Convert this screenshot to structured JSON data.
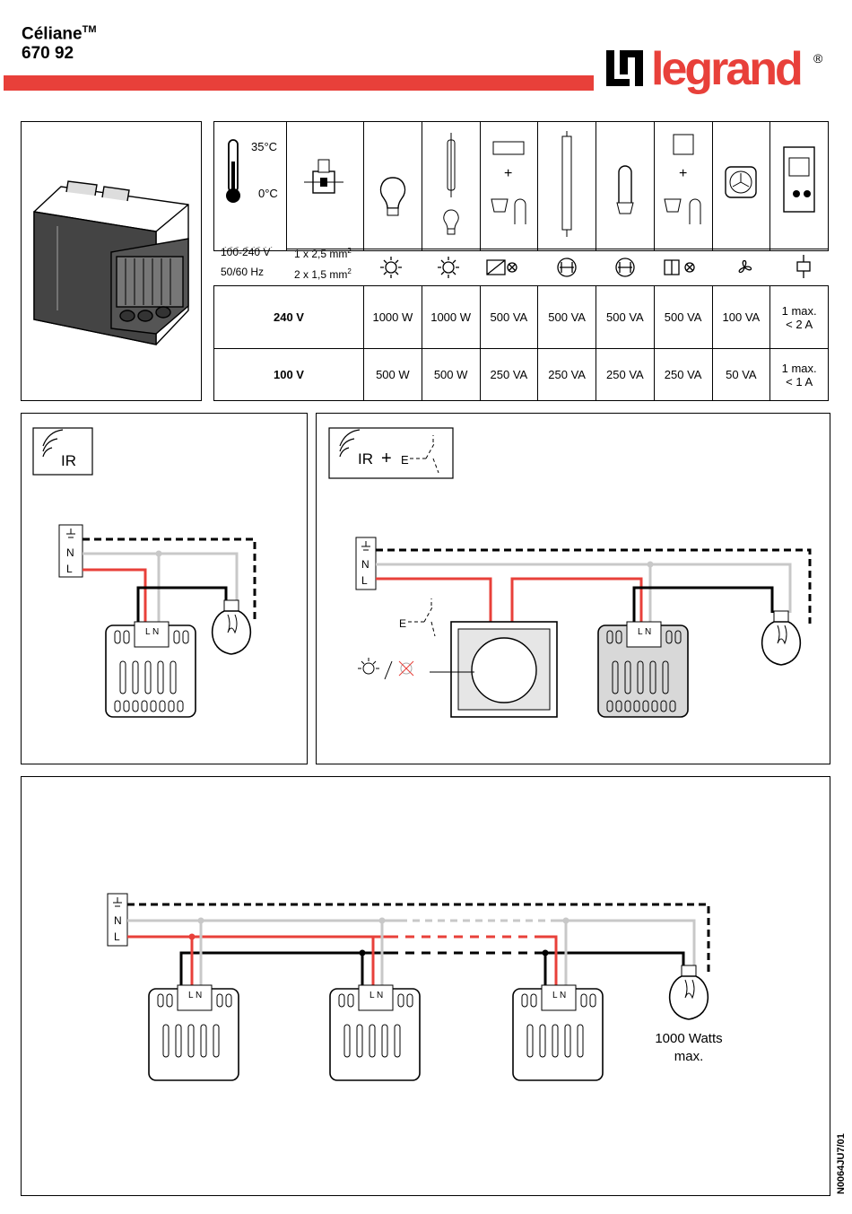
{
  "header": {
    "brand": "Céliane",
    "trademark": "TM",
    "reference": "670 92",
    "logo_text": "legrand",
    "registered": "®",
    "colors": {
      "accent": "#e8403a",
      "line_live": "#e8403a",
      "line_neutral": "#c8c8c8"
    }
  },
  "specs": {
    "temp_max": "35°C",
    "temp_min": "0°C",
    "voltage_range": "100-240 V",
    "frequency": "50/60 Hz",
    "cable_1": "1 x 2,5 mm",
    "cable_2": "2 x 1,5 mm",
    "cable_sup": "2",
    "rows": [
      {
        "voltage": "240 V",
        "values": [
          "1000 W",
          "1000 W",
          "500 VA",
          "500 VA",
          "500 VA",
          "500 VA",
          "100 VA"
        ],
        "relay_1": "1 max.",
        "relay_2": "< 2 A"
      },
      {
        "voltage": "100 V",
        "values": [
          "500 W",
          "500 W",
          "250 VA",
          "250 VA",
          "250 VA",
          "250 VA",
          "50 VA"
        ],
        "relay_1": "1 max.",
        "relay_2": "< 1 A"
      }
    ],
    "load_icons": [
      "incandescent-lamp-icon",
      "halogen-lamp-icon",
      "ferromagnetic-transformer-icon",
      "fluorescent-tube-icon",
      "compact-fluorescent-icon",
      "electronic-transformer-icon",
      "fan-icon",
      "contactor-icon"
    ]
  },
  "diagram1": {
    "label": "IR",
    "terminals": {
      "n": "N",
      "l": "L"
    },
    "module_terms": "L N"
  },
  "diagram2": {
    "label_ir": "IR",
    "label_plus": "+",
    "label_e": "E",
    "terminals": {
      "n": "N",
      "l": "L"
    },
    "module_terms": "L N"
  },
  "diagram3": {
    "terminals": {
      "n": "N",
      "l": "L"
    },
    "module_terms": "L N",
    "lamp_note_1": "1000 Watts",
    "lamp_note_2": "max."
  },
  "doc_code": "N0064JU7/01"
}
